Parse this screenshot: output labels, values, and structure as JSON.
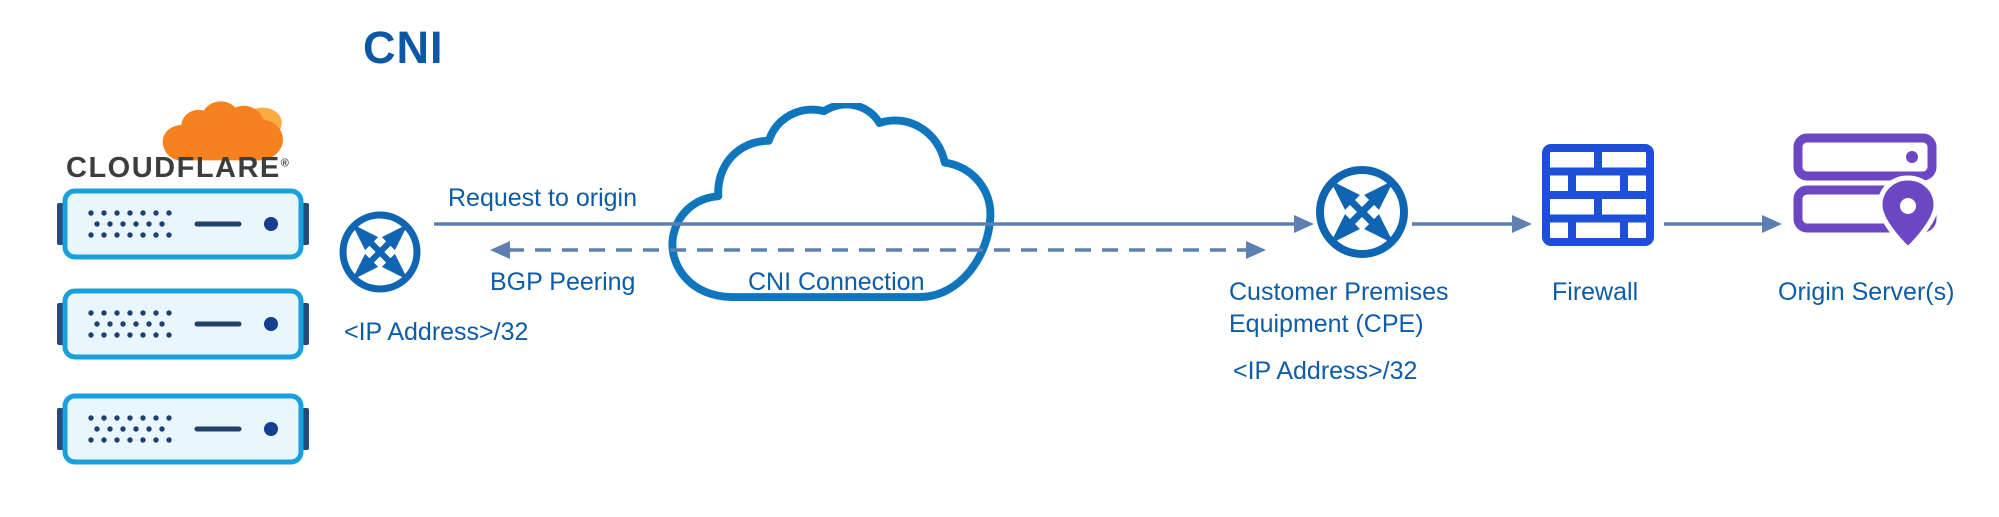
{
  "diagram": {
    "title": "CNI",
    "cloudflare": {
      "wordmark": "CLOUDFLARE",
      "registered": "®"
    },
    "router": {
      "ip_label": "<IP Address>/32"
    },
    "connection": {
      "request_label": "Request to origin",
      "bgp_label": "BGP Peering",
      "cloud_label": "CNI Connection"
    },
    "cpe": {
      "label": "Customer Premises Equipment (CPE)",
      "ip_label": "<IP Address>/32"
    },
    "firewall": {
      "label": "Firewall"
    },
    "origin": {
      "label": "Origin Server(s)"
    },
    "colors": {
      "label_blue": "#0C5CA8",
      "title_blue": "#0A58A6",
      "router_blue": "#0F65B2",
      "cloud_stroke": "#0F76BE",
      "arrow_slate": "#5E80B1",
      "firewall_blue": "#1E4FD8",
      "origin_purple": "#6C47C4",
      "server_border": "#18A0DC",
      "server_fill": "#E9F6FD",
      "server_accent": "#20406E",
      "cloudflare_orange": "#F6821F",
      "cloudflare_orange_light": "#FBAD41",
      "wordmark_dark": "#3D3D3D"
    }
  }
}
